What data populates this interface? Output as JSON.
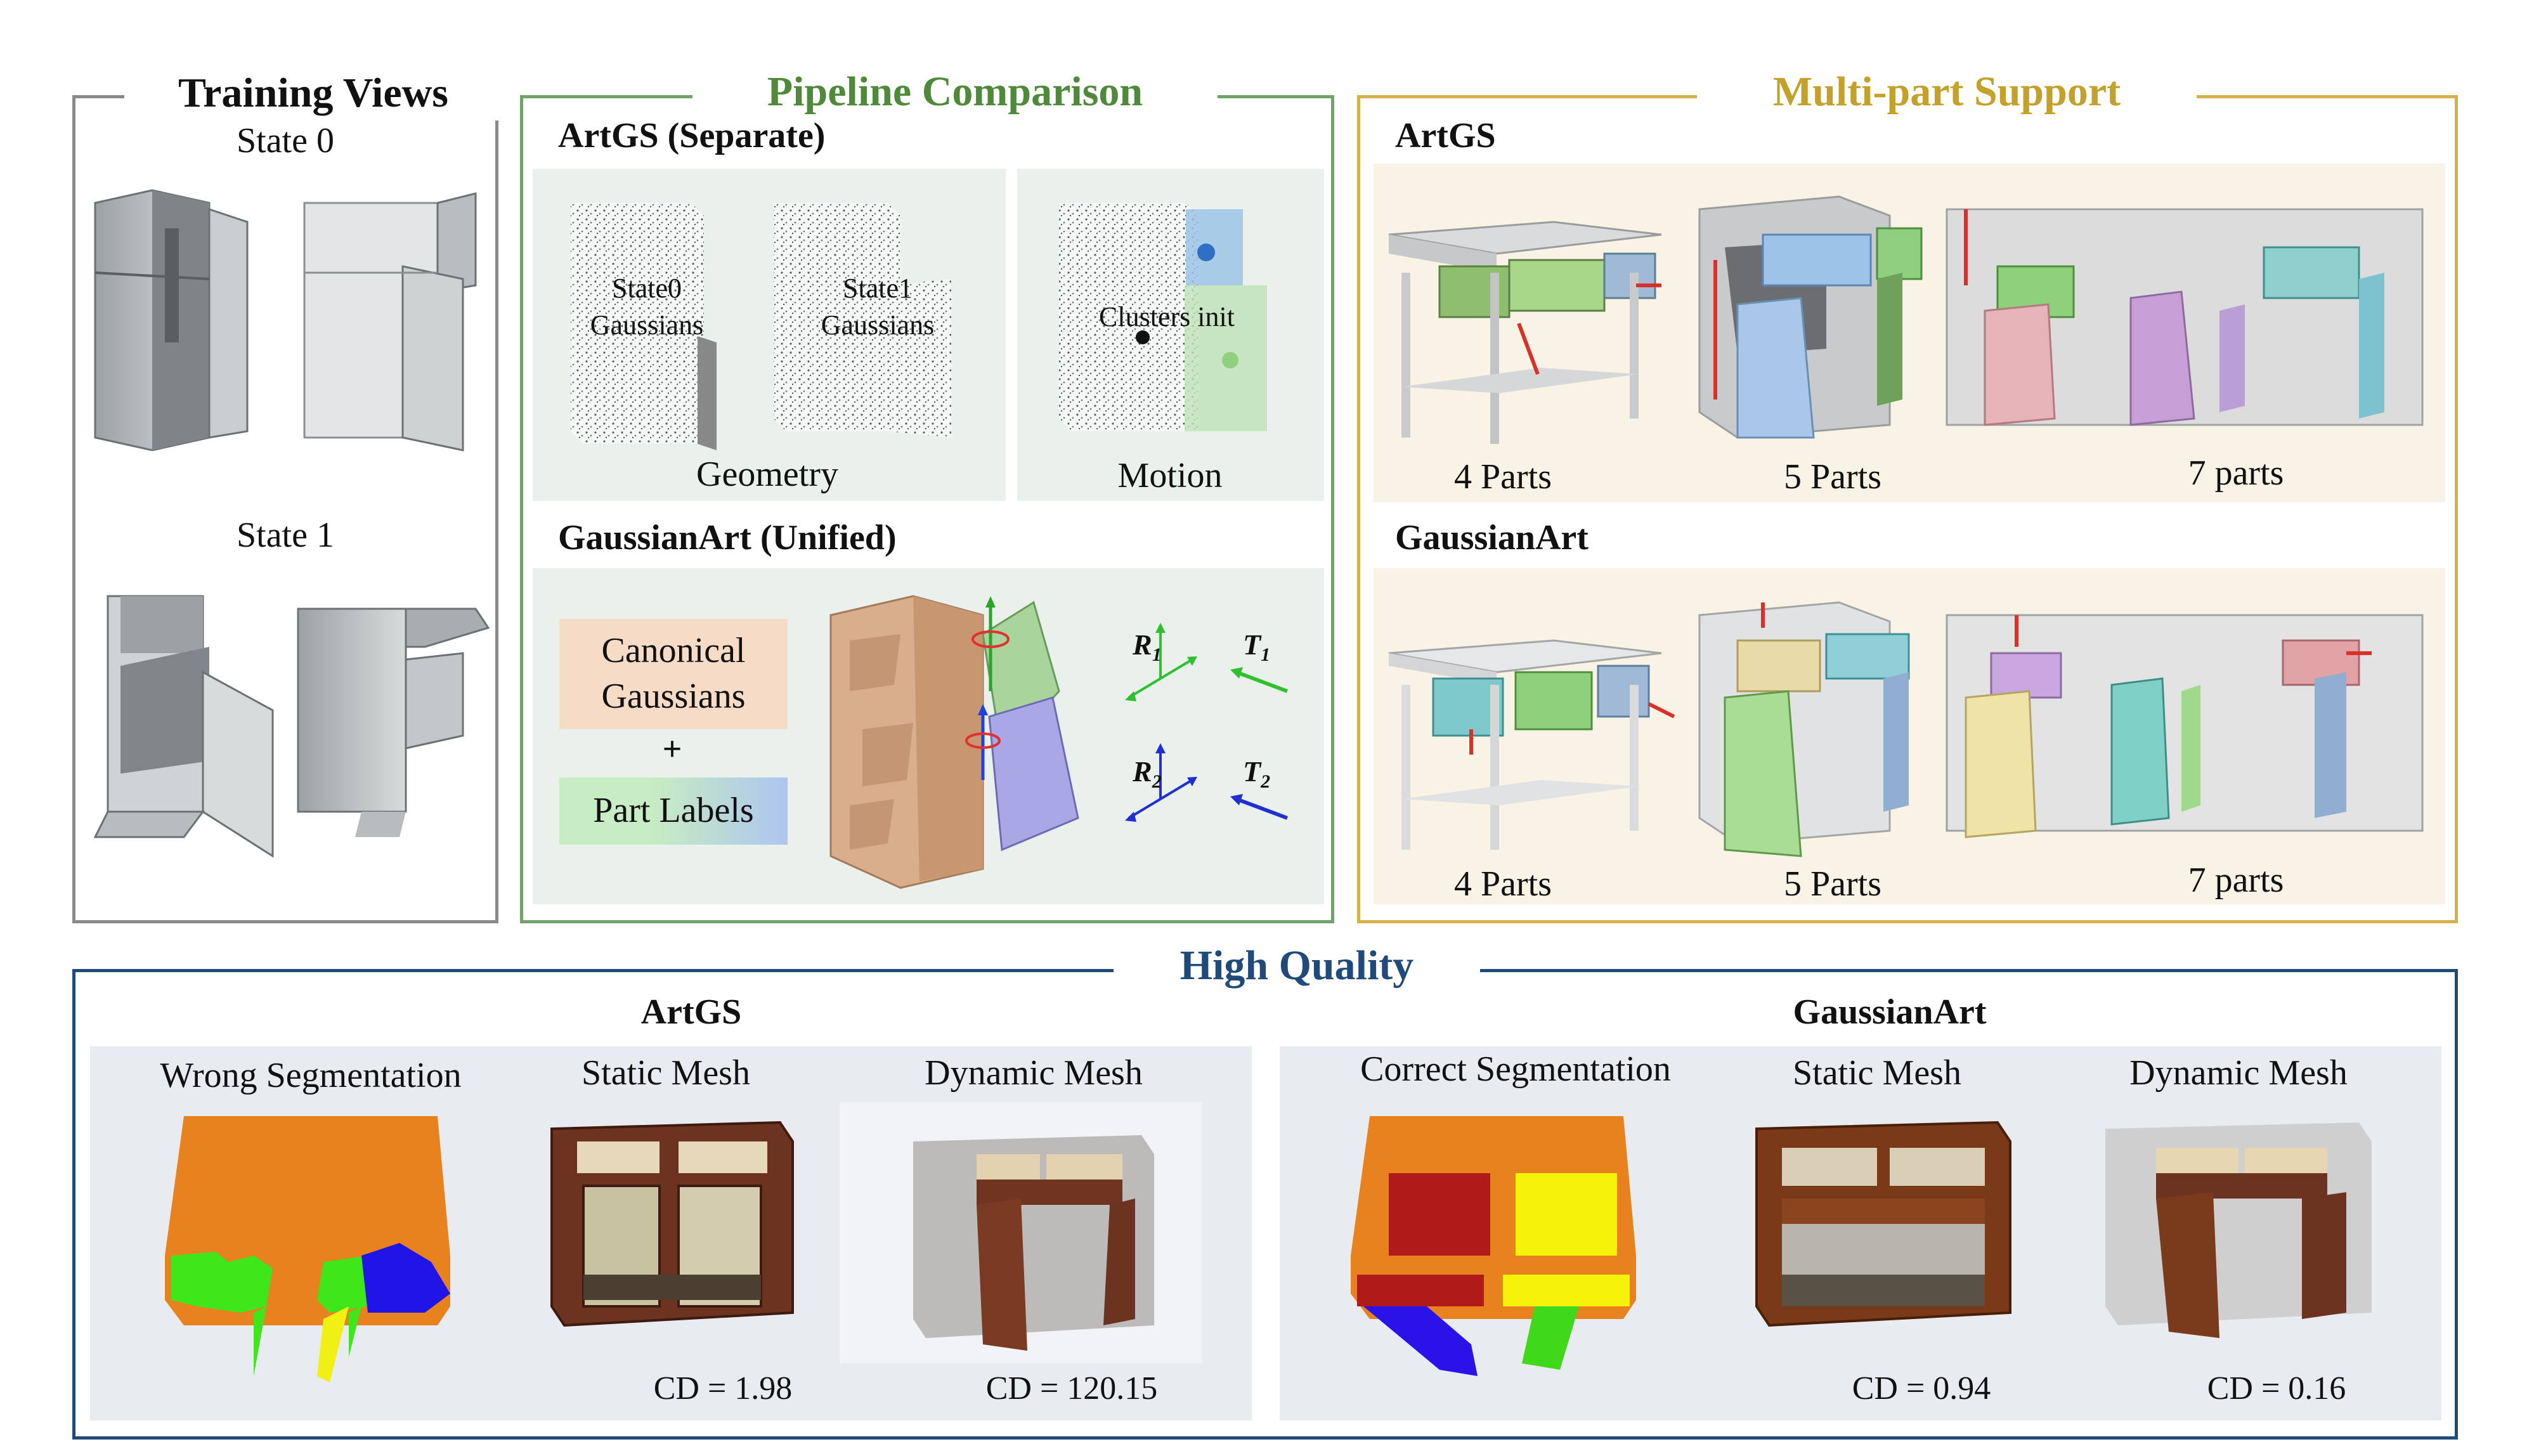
{
  "colors": {
    "training_frame": "#8a8a8a",
    "pipeline_frame": "#6fa36a",
    "pipeline_title": "#4e8a3a",
    "multipart_frame": "#d7b24a",
    "multipart_title": "#c4a12a",
    "quality_frame": "#1f4a7a",
    "quality_title": "#1f4a7a",
    "pipeline_bg": "#eaf1ec",
    "multipart_bg": "#f8f3e4",
    "quality_bg": "#e8ecf1"
  },
  "training": {
    "title": "Training Views",
    "state0": "State 0",
    "state1": "State 1"
  },
  "pipeline": {
    "title": "Pipeline Comparison",
    "artgs_heading": "ArtGS  (Separate)",
    "state0_gaussians": "State0\nGaussians",
    "state1_gaussians": "State1\nGaussians",
    "geometry": "Geometry",
    "clusters_init": "Clusters init",
    "motion": "Motion",
    "gaussianart_heading": "GaussianArt  (Unified)",
    "canonical_gaussians": "Canonical\nGaussians",
    "plus": "+",
    "part_labels": "Part Labels",
    "r1": "R",
    "r1_sub": "1",
    "t1": "T",
    "t1_sub": "1",
    "r2": "R",
    "r2_sub": "2",
    "t2": "T",
    "t2_sub": "2"
  },
  "multipart": {
    "title": "Multi-part Support",
    "artgs_heading": "ArtGS",
    "gaussianart_heading": "GaussianArt",
    "artgs_labels": [
      "4 Parts",
      "5 Parts",
      "7 parts"
    ],
    "gaussianart_labels": [
      "4 Parts",
      "5 Parts",
      "7 parts"
    ]
  },
  "quality": {
    "title": "High Quality",
    "artgs_heading": "ArtGS",
    "gaussianart_heading": "GaussianArt",
    "artgs_cols": [
      "Wrong Segmentation",
      "Static Mesh",
      "Dynamic Mesh"
    ],
    "gaussianart_cols": [
      "Correct Segmentation",
      "Static Mesh",
      "Dynamic Mesh"
    ],
    "artgs_cd": [
      "CD = 1.98",
      "CD = 120.15"
    ],
    "gaussianart_cd": [
      "CD = 0.94",
      "CD = 0.16"
    ]
  }
}
